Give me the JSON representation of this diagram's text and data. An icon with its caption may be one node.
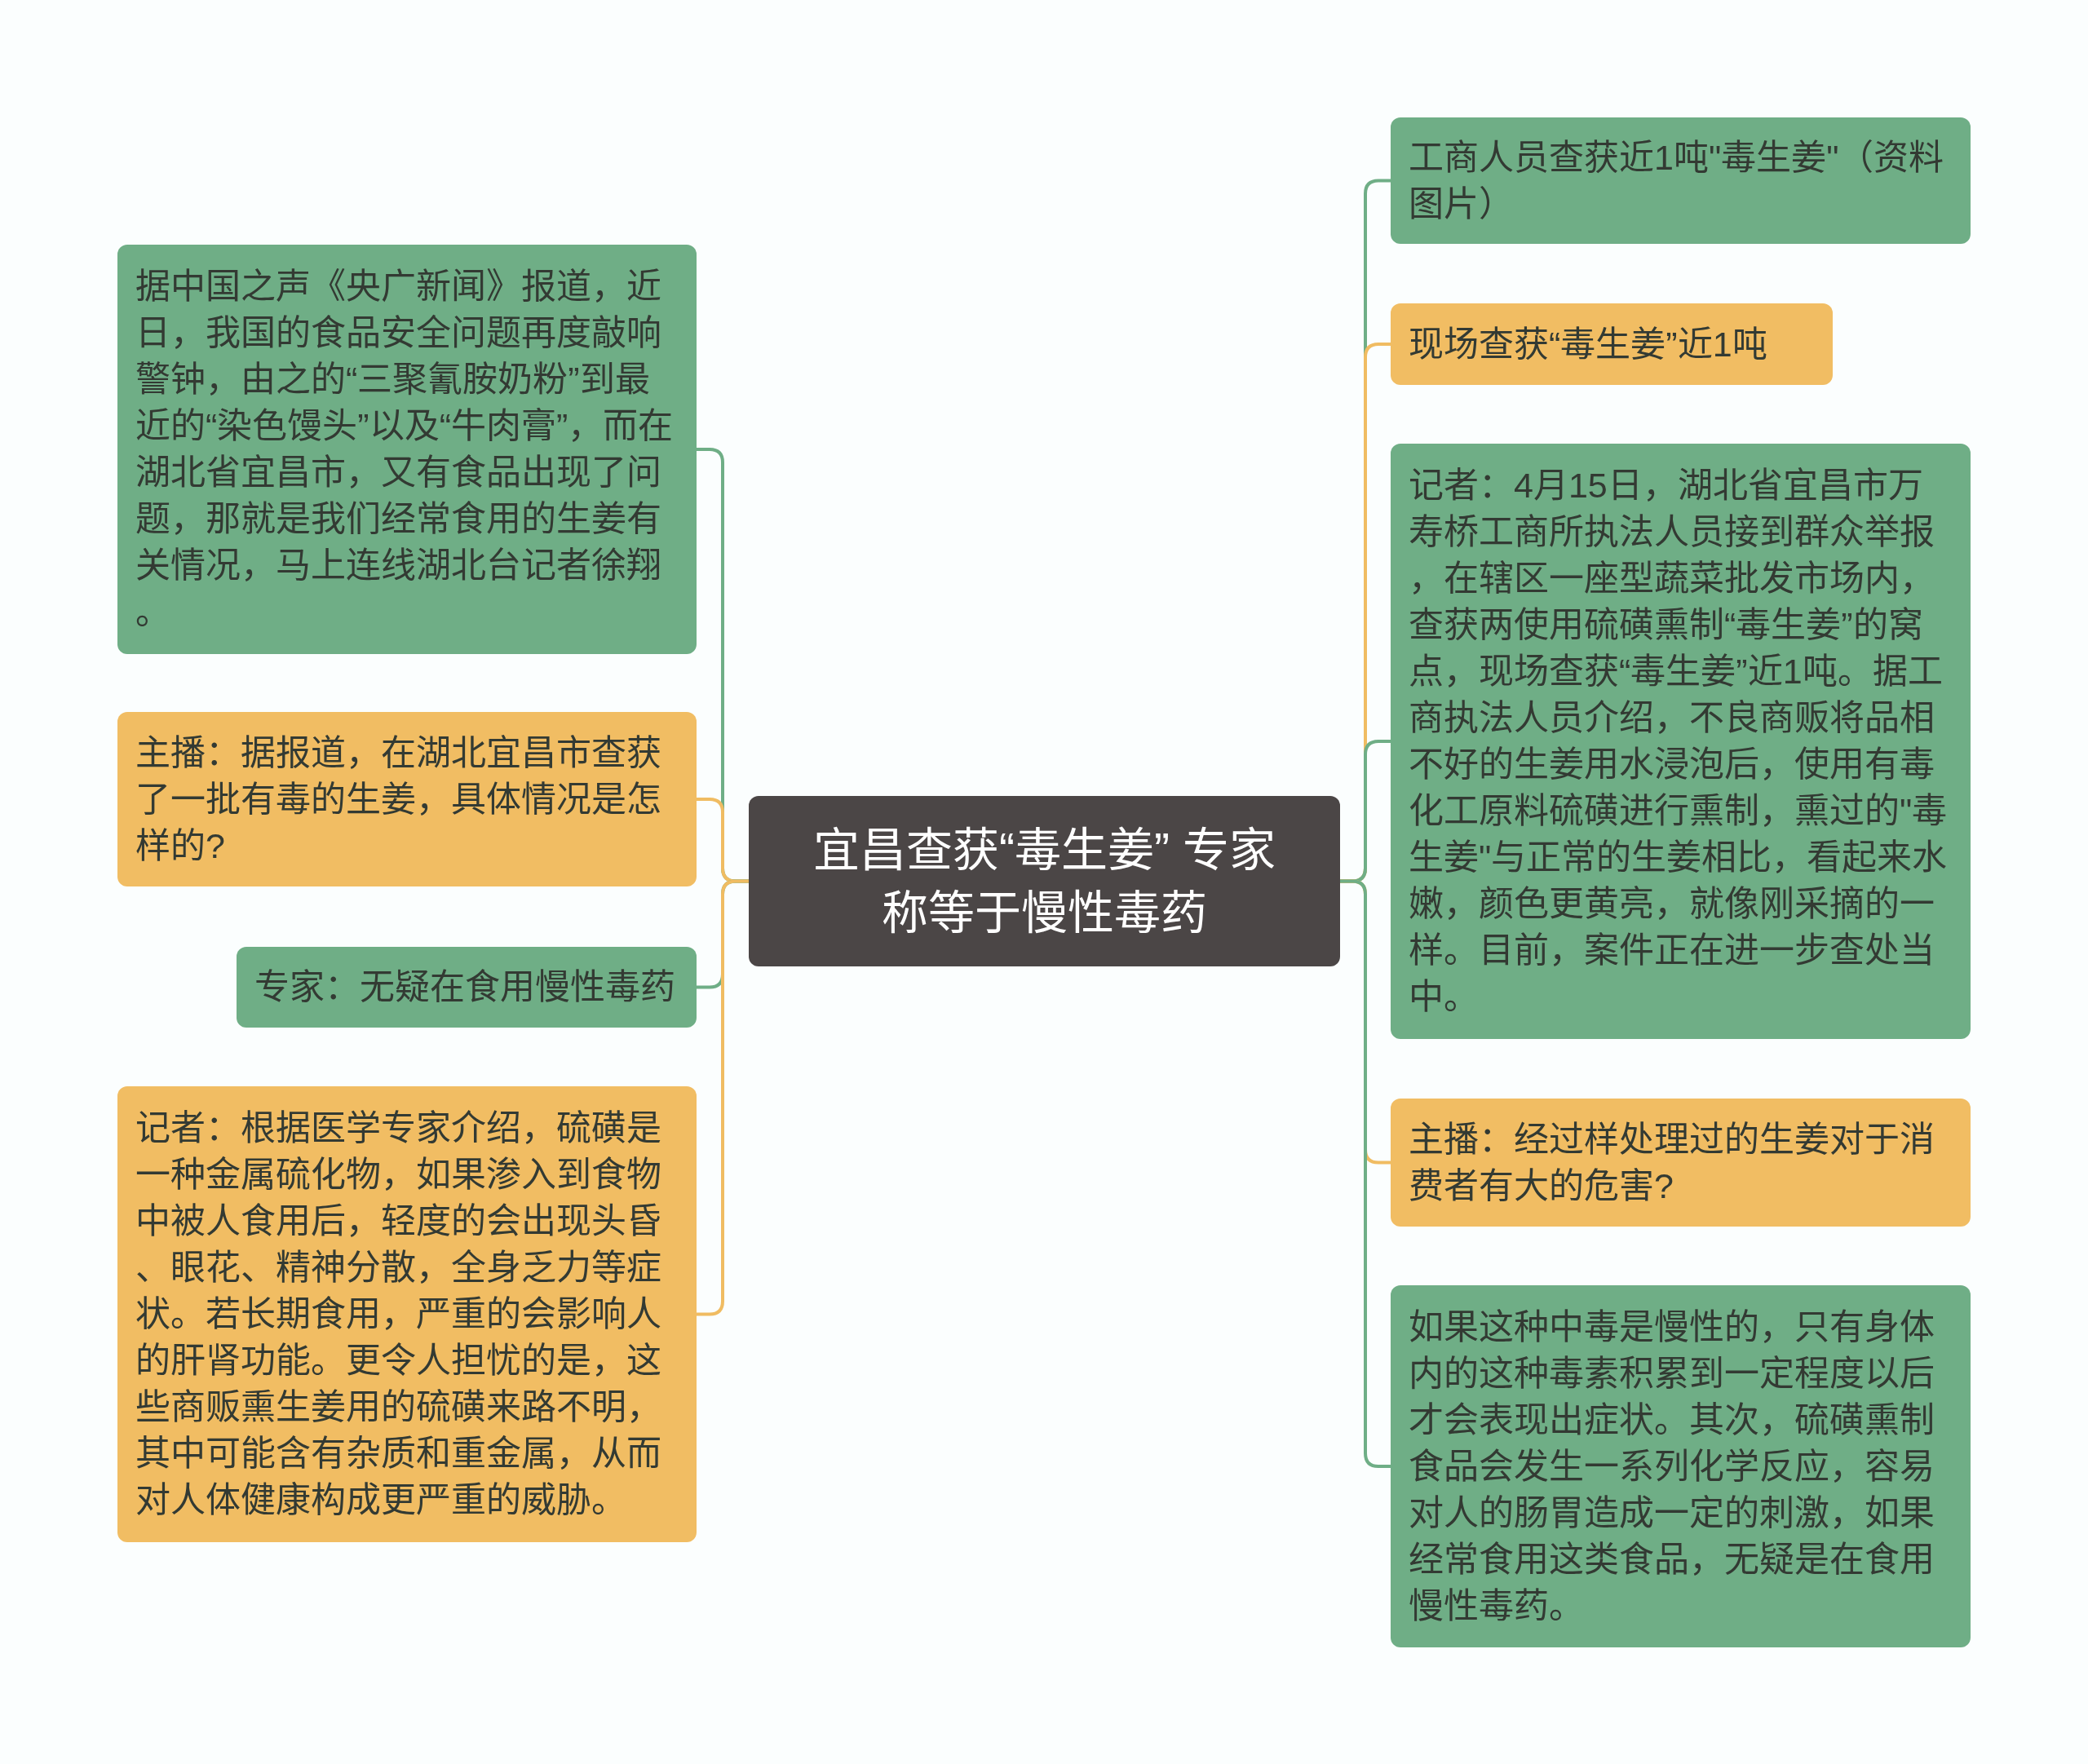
{
  "diagram": {
    "nodes": [
      {
        "text": [
          "宜昌查获“毒生姜” 专家称等于慢性毒药"
        ]
      },
      {
        "text": [
          "据中国之声《央广新闻》报道，近日，我国的食品安全问题再度敲响警钟，由之的“三聚氰胺奶粉”到最近的“染色馒头”以及“牛肉膏”，而在湖北省宜昌市，又有食品出现了问题，那就是我们经常食用的生姜有关情况，马上连线湖北台记者徐翔。"
        ]
      },
      {
        "text": [
          "主播：据报道，在湖北宜昌市查获了一批有毒的生姜，具体情况是怎样的?"
        ]
      },
      {
        "text": [
          "专家：无疑在食用慢性毒药"
        ]
      },
      {
        "text": [
          "记者：根据医学专家介绍，硫磺是一种金属硫化物，如果渗入到食物中被人食用后，轻度的会出现头昏、眼花、精神分散，全身乏力等症状。若长期食用，严重的会影响人的肝肾功能。更令人担忧的是，这些商贩熏生姜用的硫磺来路不明，其中可能含有杂质和重金属，从而对人体健康构成更严重的威胁。"
        ]
      },
      {
        "text": [
          "工商人员查获近1吨\"毒生姜\"（资料图片）"
        ]
      },
      {
        "text": [
          "现场查获“毒生姜”近1吨"
        ]
      },
      {
        "text": [
          "记者：4月15日，湖北省宜昌市万寿桥工商所执法人员接到群众举报，在辖区一座型蔬菜批发市场内，查获两使用硫磺熏制“毒生姜”的窝点，现场查获“毒生姜”近1吨。据工商执法人员介绍，不良商贩将品相不好的生姜用水浸泡后，使用有毒化工原料硫磺进行熏制，熏过的\"毒生姜\"与正常的生姜相比，看起来水嫩，颜色更黄亮，就像刚采摘的一样。目前，案件正在进一步查处当中。"
        ]
      },
      {
        "text": [
          "主播：经过样处理过的生姜对于消费者有大的危害?"
        ]
      },
      {
        "text": [
          "如果这种中毒是慢性的，只有身体内的这种毒素积累到一定程度以后才会表现出症状。其次，硫磺熏制食品会发生一系列化学反应，容易对人的肠胃造成一定的刺激，如果经常食用这类食品，无疑是在食用慢性毒药。"
        ]
      }
    ],
    "edges": [
      {
        "from": 0,
        "to": 1,
        "arrow": "none"
      },
      {
        "from": 0,
        "to": 2,
        "arrow": "none",
        "color": "#f0bc62"
      },
      {
        "from": 0,
        "to": 3,
        "arrow": "none"
      },
      {
        "from": 0,
        "to": 4,
        "arrow": "none",
        "color": "#f0bc62"
      },
      {
        "from": 0,
        "to": 5,
        "arrow": "none"
      },
      {
        "from": 0,
        "to": 6,
        "arrow": "none",
        "color": "#f0bc62"
      },
      {
        "from": 0,
        "to": 7,
        "arrow": "none"
      },
      {
        "from": 0,
        "to": 8,
        "arrow": "none",
        "color": "#f0bc62"
      },
      {
        "from": 0,
        "to": 9,
        "arrow": "none"
      }
    ]
  }
}
